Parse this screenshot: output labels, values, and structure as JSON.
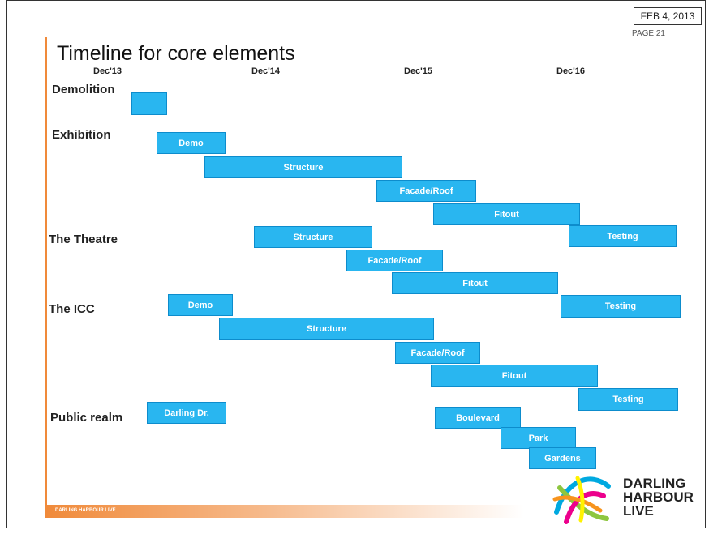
{
  "header": {
    "date": "FEB 4, 2013",
    "page": "PAGE 21"
  },
  "title": "Timeline for core elements",
  "axis": {
    "labels": [
      "Dec'13",
      "Dec'14",
      "Dec'15",
      "Dec'16"
    ]
  },
  "sections": {
    "demolition": "Demolition",
    "exhibition": "Exhibition",
    "theatre": "The Theatre",
    "icc": "The ICC",
    "public_realm": "Public realm"
  },
  "tasks": {
    "demolition": [
      ""
    ],
    "exhibition": [
      "Demo",
      "Structure",
      "Facade/Roof",
      "Fitout",
      "Testing"
    ],
    "theatre": [
      "Structure",
      "Facade/Roof",
      "Fitout",
      "Testing"
    ],
    "icc": [
      "Demo",
      "Structure",
      "Facade/Roof",
      "Fitout",
      "Testing"
    ],
    "public_realm": [
      "Darling Dr.",
      "Boulevard",
      "Park",
      "Gardens"
    ]
  },
  "colors": {
    "bar": "#29b6f0",
    "bar_border": "#0d8ccc",
    "accent": "#f08a3a"
  },
  "footer": {
    "text": "DARLING HARBOUR LIVE"
  },
  "logo": {
    "line1": "DARLING",
    "line2": "HARBOUR",
    "line3": "LIVE"
  }
}
